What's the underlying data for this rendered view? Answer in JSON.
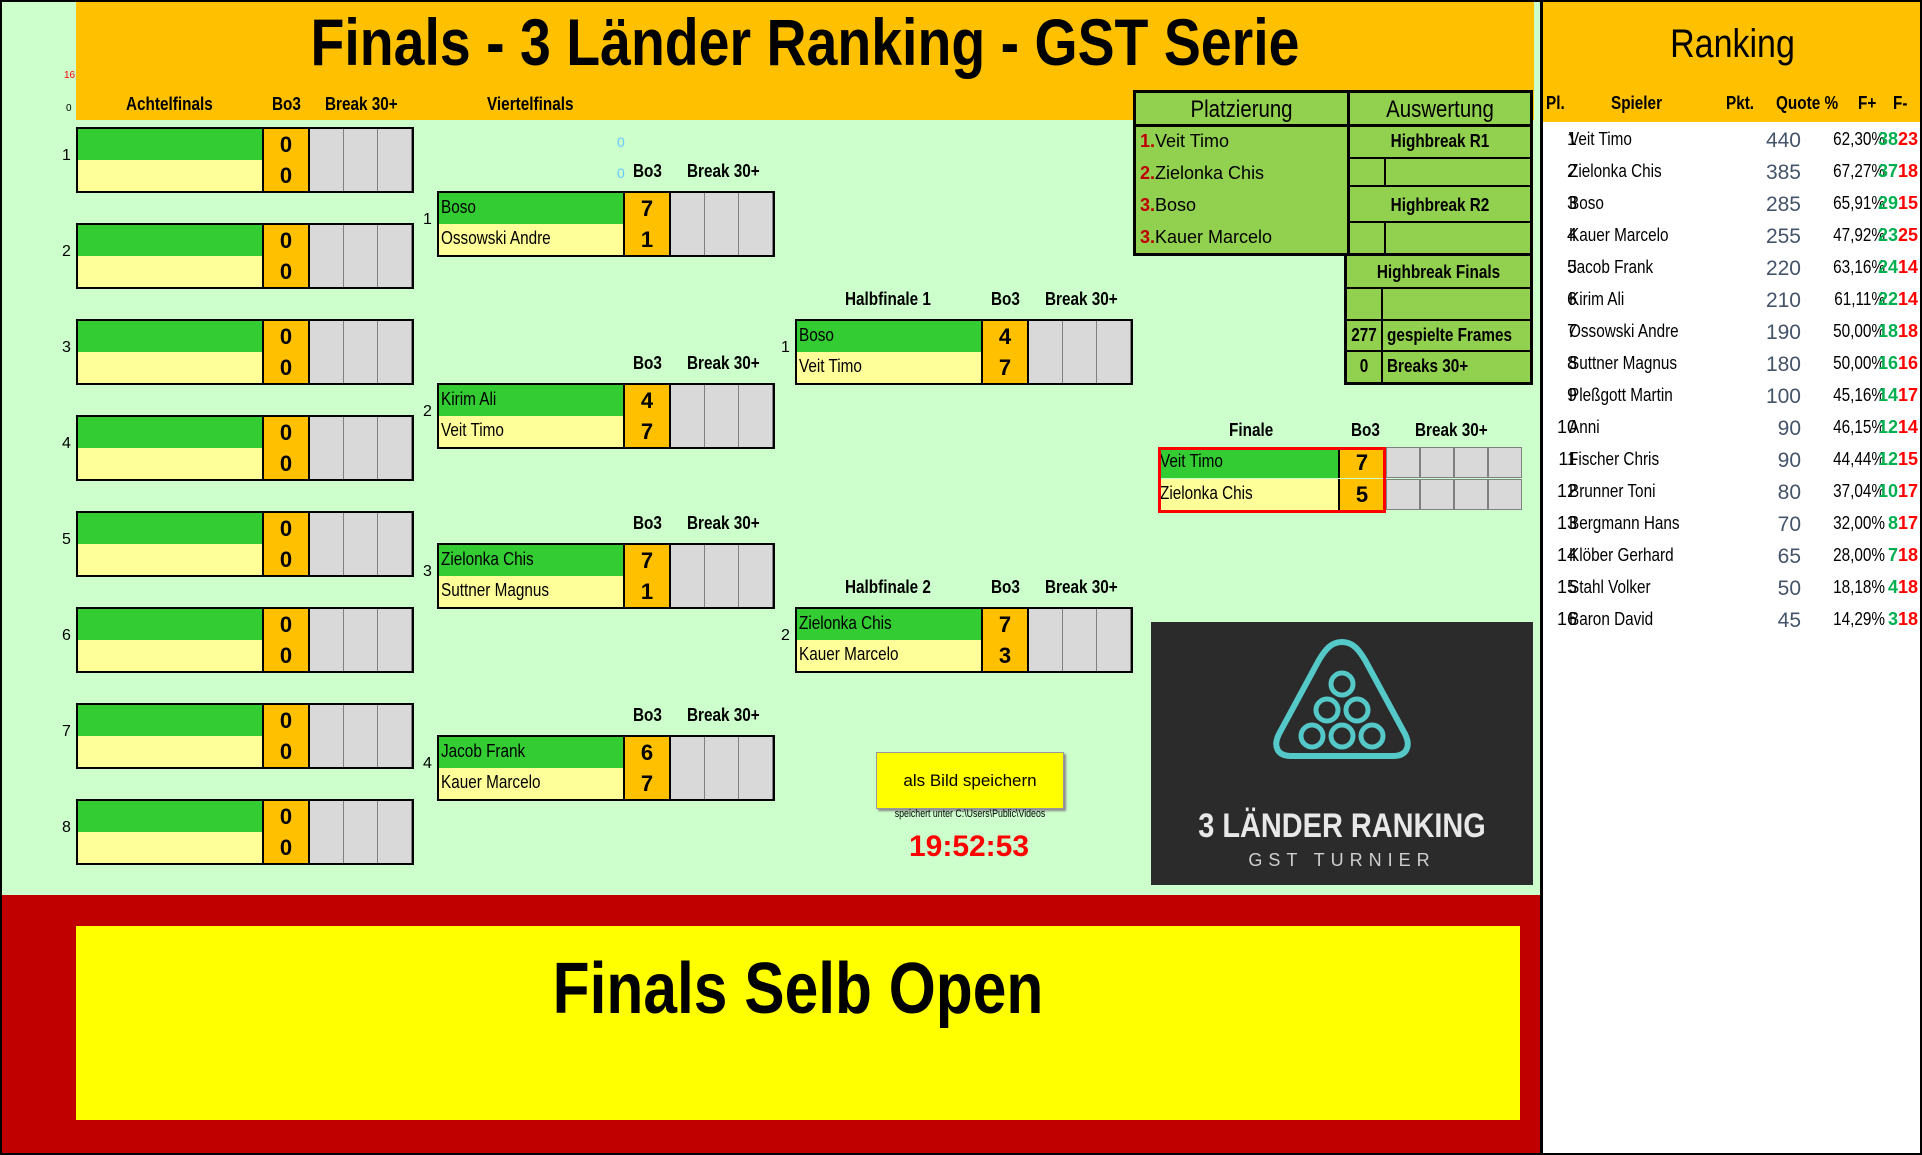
{
  "title": "Finals - 3 Länder Ranking - GST Serie",
  "corner_small": [
    "16",
    "0"
  ],
  "labels": {
    "achtelfinals": "Achtelfinals",
    "viertelfinals": "Viertelfinals",
    "halbfinale1": "Halbfinale 1",
    "halbfinale2": "Halbfinale 2",
    "finale": "Finale",
    "bo3": "Bo3",
    "break30": "Break 30+",
    "vf_small": [
      "0",
      "0"
    ]
  },
  "round_of_16": [
    {
      "no": "1",
      "top": {
        "name": "",
        "score": "0"
      },
      "bottom": {
        "name": "",
        "score": "0"
      }
    },
    {
      "no": "2",
      "top": {
        "name": "",
        "score": "0"
      },
      "bottom": {
        "name": "",
        "score": "0"
      }
    },
    {
      "no": "3",
      "top": {
        "name": "",
        "score": "0"
      },
      "bottom": {
        "name": "",
        "score": "0"
      }
    },
    {
      "no": "4",
      "top": {
        "name": "",
        "score": "0"
      },
      "bottom": {
        "name": "",
        "score": "0"
      }
    },
    {
      "no": "5",
      "top": {
        "name": "",
        "score": "0"
      },
      "bottom": {
        "name": "",
        "score": "0"
      }
    },
    {
      "no": "6",
      "top": {
        "name": "",
        "score": "0"
      },
      "bottom": {
        "name": "",
        "score": "0"
      }
    },
    {
      "no": "7",
      "top": {
        "name": "",
        "score": "0"
      },
      "bottom": {
        "name": "",
        "score": "0"
      }
    },
    {
      "no": "8",
      "top": {
        "name": "",
        "score": "0"
      },
      "bottom": {
        "name": "",
        "score": "0"
      }
    }
  ],
  "quarterfinals": [
    {
      "no": "1",
      "top": {
        "name": "Boso",
        "score": "7"
      },
      "bottom": {
        "name": "Ossowski Andre",
        "score": "1"
      }
    },
    {
      "no": "2",
      "top": {
        "name": "Kirim Ali",
        "score": "4"
      },
      "bottom": {
        "name": "Veit Timo",
        "score": "7"
      }
    },
    {
      "no": "3",
      "top": {
        "name": "Zielonka Chis",
        "score": "7"
      },
      "bottom": {
        "name": "Suttner Magnus",
        "score": "1"
      }
    },
    {
      "no": "4",
      "top": {
        "name": "Jacob Frank",
        "score": "6"
      },
      "bottom": {
        "name": "Kauer Marcelo",
        "score": "7"
      }
    }
  ],
  "semifinals": [
    {
      "no": "1",
      "top": {
        "name": "Boso",
        "score": "4"
      },
      "bottom": {
        "name": "Veit Timo",
        "score": "7"
      }
    },
    {
      "no": "2",
      "top": {
        "name": "Zielonka Chis",
        "score": "7"
      },
      "bottom": {
        "name": "Kauer Marcelo",
        "score": "3"
      }
    }
  ],
  "final": {
    "top": {
      "name": "Veit Timo",
      "score": "7"
    },
    "bottom": {
      "name": "Zielonka Chis",
      "score": "5"
    }
  },
  "platzierung": {
    "header": "Platzierung",
    "rows": [
      {
        "place": "1.",
        "name": "Veit Timo"
      },
      {
        "place": "2.",
        "name": "Zielonka Chis"
      },
      {
        "place": "3.",
        "name": "Boso"
      },
      {
        "place": "3.",
        "name": "Kauer Marcelo"
      }
    ]
  },
  "auswertung": {
    "header": "Auswertung",
    "highbreak_r1": "Highbreak R1",
    "highbreak_r2": "Highbreak R2",
    "highbreak_finals": "Highbreak Finals",
    "frames_value": "277",
    "frames_label": "gespielte Frames",
    "breaks_value": "0",
    "breaks_label": "Breaks 30+"
  },
  "save": {
    "button": "als Bild speichern",
    "note": "speichert unter C:\\Users\\Public\\Videos"
  },
  "clock": "19:52:53",
  "logo": {
    "line1": "3 LÄNDER RANKING",
    "line2": "GST TURNIER"
  },
  "bottom_banner": "Finals Selb Open",
  "ranking": {
    "title": "Ranking",
    "headers": {
      "pl": "Pl.",
      "spieler": "Spieler",
      "pkt": "Pkt.",
      "quote": "Quote %",
      "fplus": "F+",
      "fminus": "F-"
    },
    "rows": [
      {
        "pl": "1",
        "name": "Veit Timo",
        "pkt": "440",
        "quote": "62,30%",
        "fp": "38",
        "fm": "23"
      },
      {
        "pl": "2",
        "name": "Zielonka Chis",
        "pkt": "385",
        "quote": "67,27%",
        "fp": "37",
        "fm": "18"
      },
      {
        "pl": "3",
        "name": "Boso",
        "pkt": "285",
        "quote": "65,91%",
        "fp": "29",
        "fm": "15"
      },
      {
        "pl": "4",
        "name": "Kauer Marcelo",
        "pkt": "255",
        "quote": "47,92%",
        "fp": "23",
        "fm": "25"
      },
      {
        "pl": "5",
        "name": "Jacob Frank",
        "pkt": "220",
        "quote": "63,16%",
        "fp": "24",
        "fm": "14"
      },
      {
        "pl": "6",
        "name": "Kirim Ali",
        "pkt": "210",
        "quote": "61,11%",
        "fp": "22",
        "fm": "14"
      },
      {
        "pl": "7",
        "name": "Ossowski Andre",
        "pkt": "190",
        "quote": "50,00%",
        "fp": "18",
        "fm": "18"
      },
      {
        "pl": "8",
        "name": "Suttner Magnus",
        "pkt": "180",
        "quote": "50,00%",
        "fp": "16",
        "fm": "16"
      },
      {
        "pl": "9",
        "name": "Pleßgott Martin",
        "pkt": "100",
        "quote": "45,16%",
        "fp": "14",
        "fm": "17"
      },
      {
        "pl": "10",
        "name": "Anni",
        "pkt": "90",
        "quote": "46,15%",
        "fp": "12",
        "fm": "14"
      },
      {
        "pl": "11",
        "name": "Fischer Chris",
        "pkt": "90",
        "quote": "44,44%",
        "fp": "12",
        "fm": "15"
      },
      {
        "pl": "12",
        "name": "Brunner Toni",
        "pkt": "80",
        "quote": "37,04%",
        "fp": "10",
        "fm": "17"
      },
      {
        "pl": "13",
        "name": "Bergmann Hans",
        "pkt": "70",
        "quote": "32,00%",
        "fp": "8",
        "fm": "17"
      },
      {
        "pl": "14",
        "name": "Klöber Gerhard",
        "pkt": "65",
        "quote": "28,00%",
        "fp": "7",
        "fm": "18"
      },
      {
        "pl": "15",
        "name": "Stahl Volker",
        "pkt": "50",
        "quote": "18,18%",
        "fp": "4",
        "fm": "18"
      },
      {
        "pl": "16",
        "name": "Baron David",
        "pkt": "45",
        "quote": "14,29%",
        "fp": "3",
        "fm": "18"
      }
    ]
  }
}
